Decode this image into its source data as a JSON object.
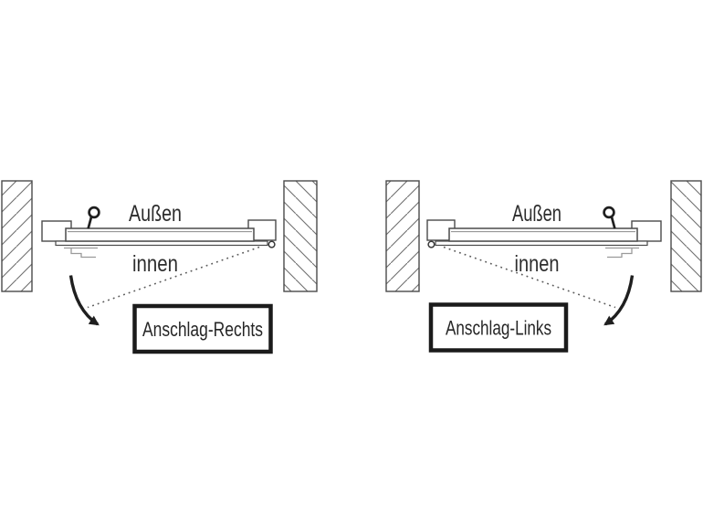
{
  "figure": {
    "background": "#ffffff",
    "left_diagram": {
      "outside_label": "Außen",
      "inside_label": "innen",
      "box_label": "Anschlag-Rechts"
    },
    "right_diagram": {
      "outside_label": "Außen",
      "inside_label": "innen",
      "box_label": "Anschlag-Links"
    },
    "colors": {
      "line": "#4a4a4a",
      "dark_line": "#1f1f1f",
      "hatch": "#6f6f6f",
      "light_line": "#9a9a9a",
      "text": "#2d2d2d",
      "box_border": "#1b1b1b"
    }
  }
}
